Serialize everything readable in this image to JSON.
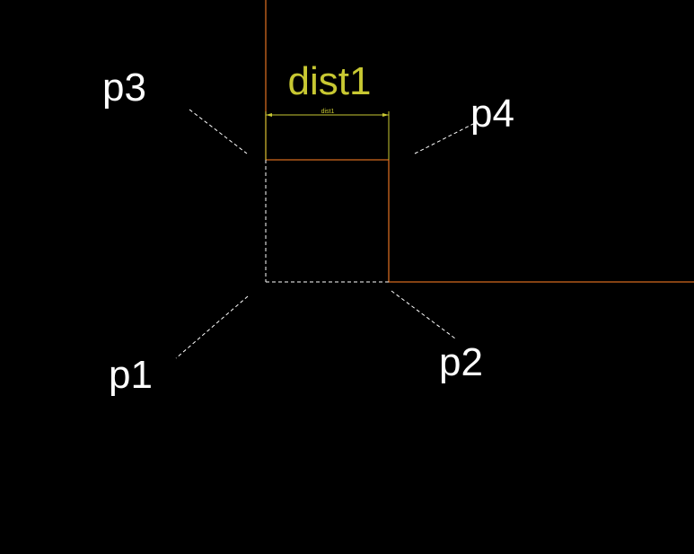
{
  "colors": {
    "background": "#000000",
    "outline": "#d2691e",
    "dimension": "#c8c832",
    "guide": "#ffffff",
    "label": "#ffffff"
  },
  "labels": {
    "dimension_title": "dist1",
    "dimension_small": "dist1",
    "p1": "p1",
    "p2": "p2",
    "p3": "p3",
    "p4": "p4"
  }
}
